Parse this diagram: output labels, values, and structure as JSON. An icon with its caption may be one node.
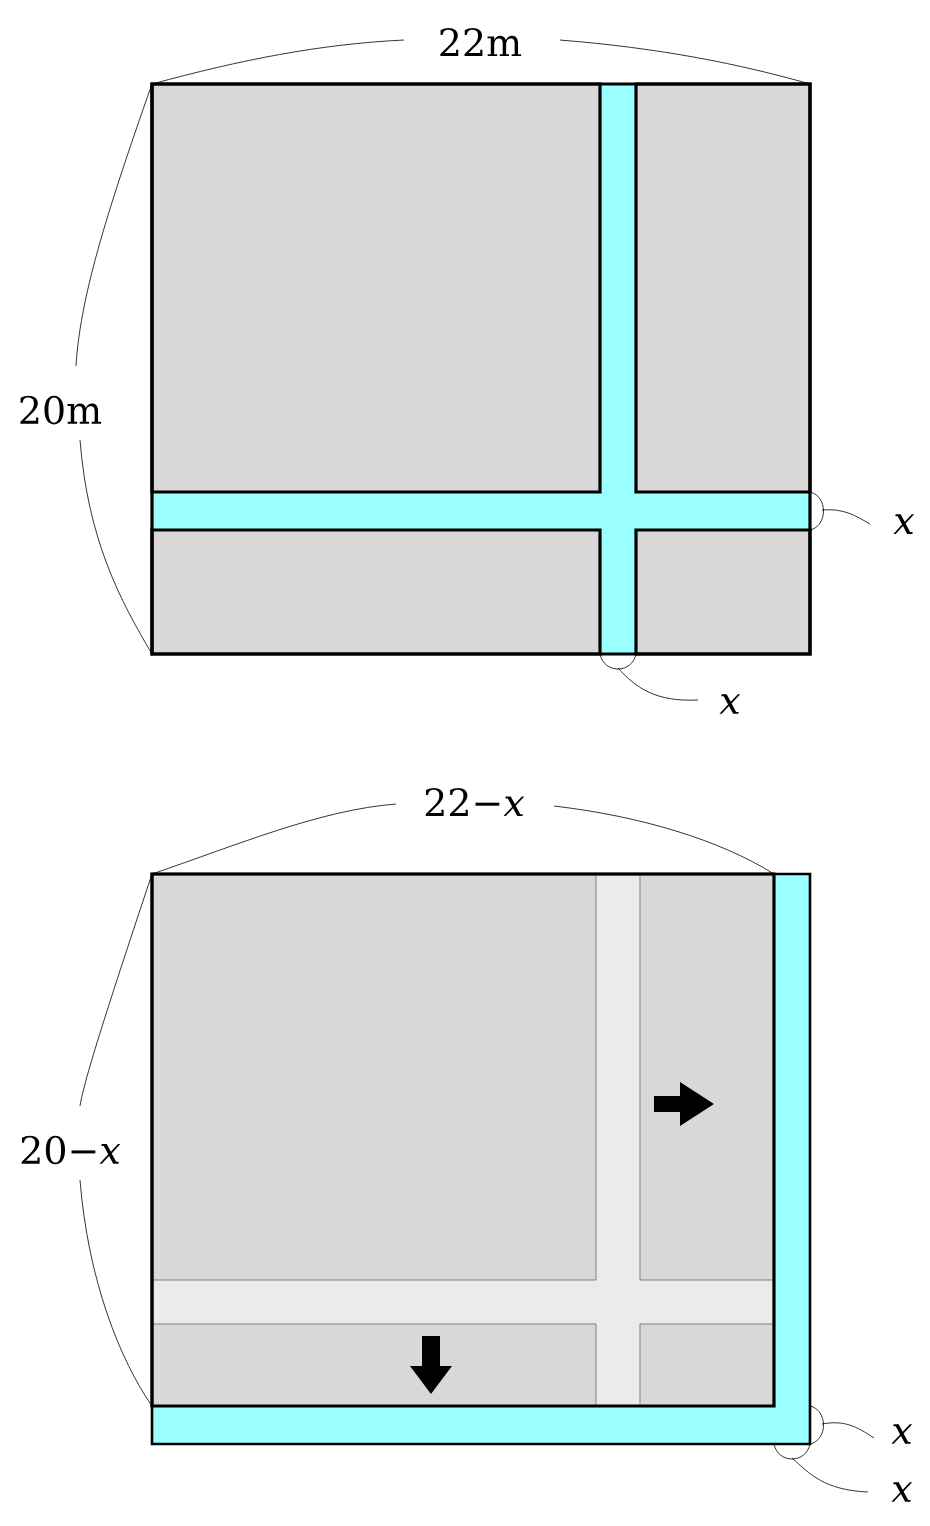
{
  "diagram": {
    "labels": [
      "22m",
      "20m",
      "x",
      "x",
      "22−*x*",
      "20−*x*",
      "x",
      "x"
    ]
  }
}
